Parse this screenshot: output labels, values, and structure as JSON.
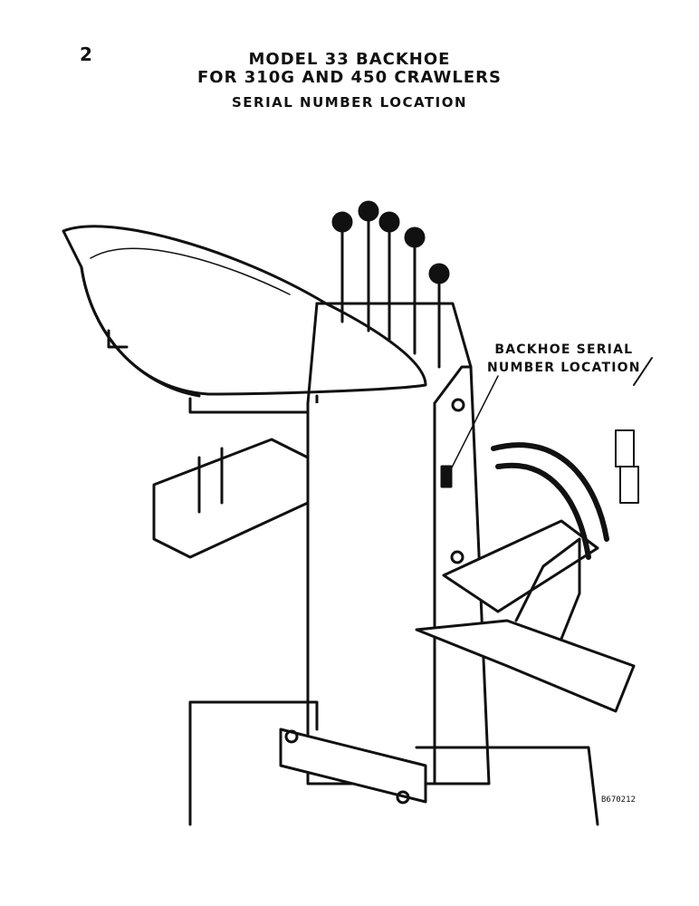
{
  "page": {
    "number": "2"
  },
  "header": {
    "line1": "MODEL 33 BACKHOE",
    "line2": "FOR 310G AND 450 CRAWLERS",
    "subtitle": "SERIAL NUMBER LOCATION"
  },
  "callout": {
    "line1": "BACKHOE SERIAL",
    "line2": "NUMBER LOCATION"
  },
  "figure_ref": "B670212"
}
